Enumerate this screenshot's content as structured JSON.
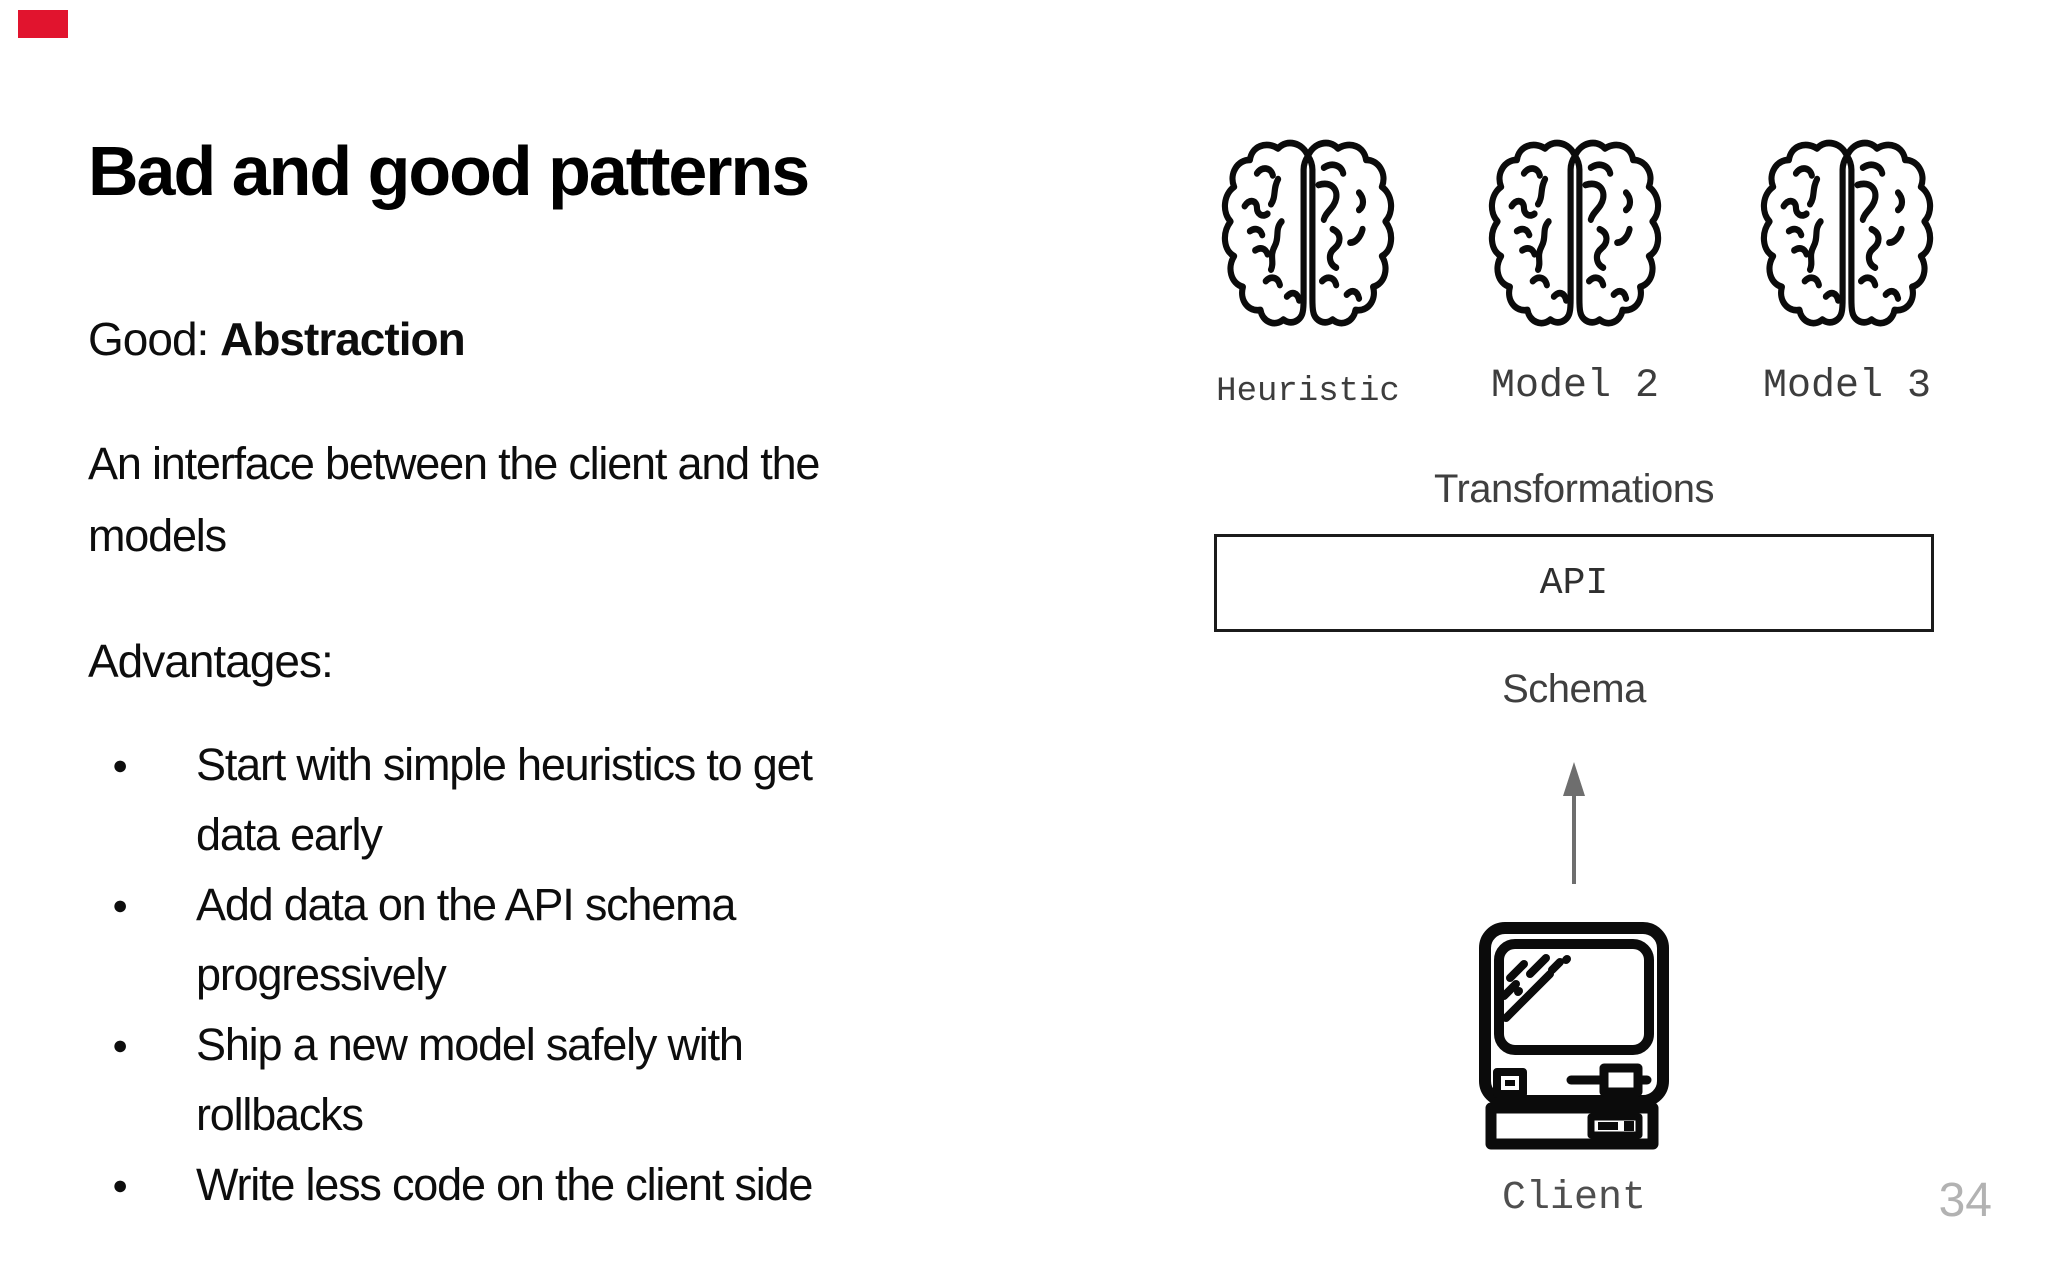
{
  "slide": {
    "title": "Bad and good patterns",
    "good_prefix": "Good: ",
    "good_term": "Abstraction",
    "description": "An interface between the client and the\nmodels",
    "advantages_heading": "Advantages:",
    "bullets": [
      "Start with simple heuristics to get\ndata early",
      "Add data on the API schema\nprogressively",
      "Ship a new model safely with\nrollbacks",
      "Write less code on the client side"
    ],
    "page_number": "34"
  },
  "diagram": {
    "models": [
      {
        "icon": "brain-icon",
        "label": "Heuristic"
      },
      {
        "icon": "brain-icon",
        "label": "Model 2"
      },
      {
        "icon": "brain-icon",
        "label": "Model 3"
      }
    ],
    "transformations_label": "Transformations",
    "api_box_label": "API",
    "schema_label": "Schema",
    "arrow_icon": "up-arrow-icon",
    "client_icon": "retro-computer-icon",
    "client_label": "Client"
  },
  "colors": {
    "background": "#ffffff",
    "text": "#0d0d0d",
    "diagram_label_gray": "#3f3f3f",
    "client_label_gray": "#4f4f4f",
    "arrow_gray": "#6e6e6e",
    "icon_stroke": "#0b0b0b",
    "page_number_gray": "#b2b2b2",
    "red_marker": "#e1142e"
  }
}
